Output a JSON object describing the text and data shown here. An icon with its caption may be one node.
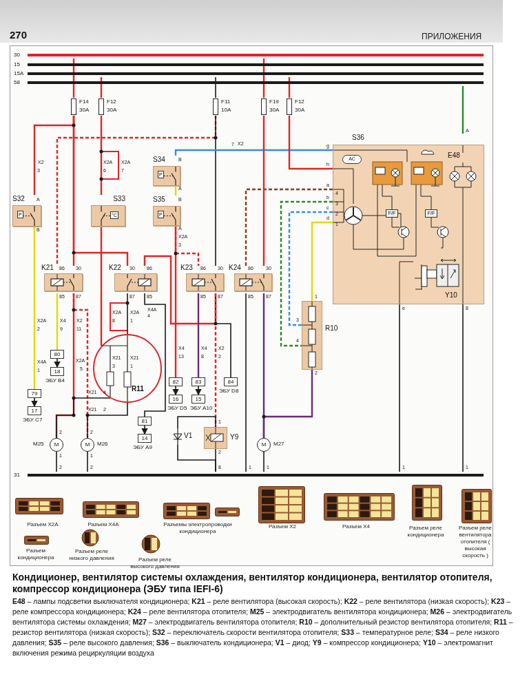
{
  "diagram": {
    "title": "Кондиционер, вентилятор системы охлаждения, вентилятор кондиционера, вентилятор отопителя, компрессор кондиционера (ЭБУ типа IEFI-6)",
    "caption": "**E48** – лампы подсветки выключателя кондиционера; **K21** – реле вентилятора (высокая скорость); **K22** – реле вентилятора (низкая скорость); **K23** – реле компрессора кондиционера; **K24** – реле вентилятора отопителя; **M25** – электродвигатель вентилятора кондиционера; **M26** – электродвигатель вентилятора системы охлаждения; **M27** – электродвигатель вентилятора отопителя; **R10** – дополнительный резистор вентилятора отопителя; **R11** – резистор вентилятора (низкая скорость); **S32** – переключатель скорости вентилятора отопителя; **S33** – температурное реле; **S34** – реле низкого давления; **S35** – реле высокого давления; **S36** – выключатель кондиционера; **V1** – диод; **Y9** – компрессор кондиционера; **Y10** – электромагнит включения режима рециркуляции воздуха",
    "nodes": [
      {
        "text": [
          "30"
        ]
      },
      {
        "text": [
          "15"
        ]
      },
      {
        "text": [
          "15A"
        ]
      },
      {
        "text": [
          "58"
        ]
      },
      {
        "text": [
          "F14",
          "30A"
        ]
      },
      {
        "text": [
          "F12",
          "30A"
        ]
      },
      {
        "text": [
          "F11",
          "10A"
        ]
      },
      {
        "text": [
          "F19",
          "30A"
        ]
      },
      {
        "text": [
          "F12",
          "30A"
        ]
      },
      {
        "text": [
          "S32"
        ]
      },
      {
        "text": [
          "S33"
        ]
      },
      {
        "text": [
          "S34"
        ]
      },
      {
        "text": [
          "S35"
        ]
      },
      {
        "text": [
          "S36"
        ]
      },
      {
        "text": [
          "AC"
        ],
        "in": 13
      },
      {
        "text": [
          "F/F"
        ],
        "in": 13
      },
      {
        "text": [
          "F/F"
        ],
        "in": 13
      },
      {
        "text": [
          "E48"
        ],
        "in": 13
      },
      {
        "text": [
          "Y10"
        ],
        "in": 13
      },
      {
        "text": [
          "K21"
        ]
      },
      {
        "text": [
          "K22"
        ]
      },
      {
        "text": [
          "K23"
        ]
      },
      {
        "text": [
          "K24"
        ]
      },
      {
        "text": [
          "80"
        ]
      },
      {
        "text": [
          "18"
        ],
        "beside": [
          "ЭБУ B4"
        ]
      },
      {
        "text": [
          "79"
        ]
      },
      {
        "text": [
          "17"
        ],
        "beside": [
          "ЭБУ C7"
        ]
      },
      {
        "text": [
          "R11"
        ]
      },
      {
        "text": [
          "82"
        ]
      },
      {
        "text": [
          "16"
        ],
        "beside": [
          "ЭБУ D5"
        ]
      },
      {
        "text": [
          "83"
        ]
      },
      {
        "text": [
          "15"
        ],
        "beside": [
          "ЭБУ A10"
        ]
      },
      {
        "text": [
          "84"
        ],
        "beside": [
          "ЭБУ D8"
        ]
      },
      {
        "text": [
          "81"
        ]
      },
      {
        "text": [
          "14"
        ],
        "beside": [
          "ЭБУ A9"
        ]
      },
      {
        "text": [
          "R10"
        ]
      },
      {
        "text": [
          "M"
        ],
        "beside": [
          "M25"
        ]
      },
      {
        "text": [
          "M"
        ],
        "beside": [
          "M26"
        ]
      },
      {
        "text": [
          "M"
        ],
        "beside": [
          "M27"
        ]
      },
      {
        "text": [
          "V1"
        ]
      },
      {
        "text": [
          "Y9"
        ]
      },
      {
        "text": [
          "31"
        ]
      }
    ],
    "edges": [
      {
        "from": 0,
        "to": 4,
        "arrow": "none",
        "color": "#e02525"
      },
      {
        "from": 2,
        "to": 5,
        "arrow": "none",
        "color": "#e02525"
      },
      {
        "from": 2,
        "to": 6,
        "arrow": "none"
      },
      {
        "from": 0,
        "to": 7,
        "arrow": "none",
        "color": "#e02525"
      },
      {
        "from": 2,
        "to": 8,
        "arrow": "none",
        "color": "#e02525"
      },
      {
        "from": 3,
        "to": 13,
        "arrow": "none",
        "color": "#2a8a2a"
      },
      {
        "from": 4,
        "to": 9,
        "arrow": "none",
        "color": "#e02525"
      },
      {
        "from": 4,
        "to": 19,
        "arrow": "none",
        "color": "#e02525"
      },
      {
        "from": 4,
        "to": 20,
        "arrow": "none",
        "color": "#e02525"
      },
      {
        "from": 5,
        "to": 10,
        "arrow": "none",
        "color": "#e02525"
      },
      {
        "from": 6,
        "to": 19,
        "arrow": "none",
        "style": "dashed",
        "color": "#e02525"
      },
      {
        "from": 6,
        "to": 21,
        "arrow": "none"
      },
      {
        "from": 9,
        "to": 25,
        "arrow": "none",
        "color": "#e6d800"
      },
      {
        "from": 10,
        "to": 27,
        "arrow": "none",
        "color": "#e02525"
      },
      {
        "from": 11,
        "to": 13,
        "arrow": "none",
        "color": "#2f8fe0"
      },
      {
        "from": 11,
        "to": 12,
        "arrow": "none",
        "color": "#e6d800"
      },
      {
        "from": 12,
        "to": 21,
        "arrow": "none",
        "style": "dashed",
        "color": "#e02525"
      },
      {
        "from": 12,
        "to": 28,
        "arrow": "none",
        "color": "#e02525"
      },
      {
        "from": 21,
        "to": 20,
        "arrow": "none",
        "color": "#e02525"
      },
      {
        "from": 21,
        "to": 32,
        "arrow": "none"
      },
      {
        "from": 21,
        "to": 40,
        "arrow": "none",
        "style": "dashed",
        "color": "#e02525"
      },
      {
        "from": 19,
        "to": 23,
        "arrow": "none",
        "color": "#e6d800"
      },
      {
        "from": 19,
        "to": 36,
        "arrow": "none",
        "color": "#e02525"
      },
      {
        "from": 19,
        "to": 37,
        "arrow": "none",
        "style": "dashed",
        "color": "#e02525"
      },
      {
        "from": 20,
        "to": 27,
        "arrow": "none"
      },
      {
        "from": 20,
        "to": 33,
        "arrow": "none"
      },
      {
        "from": 27,
        "to": 36,
        "arrow": "none"
      },
      {
        "from": 27,
        "to": 37,
        "arrow": "none"
      },
      {
        "from": 21,
        "to": 30,
        "arrow": "none",
        "color": "#6a2a7a"
      },
      {
        "from": 23,
        "to": 24,
        "arrow": "to"
      },
      {
        "from": 25,
        "to": 26,
        "arrow": "to"
      },
      {
        "from": 28,
        "to": 29,
        "arrow": "to"
      },
      {
        "from": 30,
        "to": 31,
        "arrow": "to"
      },
      {
        "from": 33,
        "to": 34,
        "arrow": "to"
      },
      {
        "from": 13,
        "to": 22,
        "arrow": "none",
        "style": "dashed",
        "color": "#8b3a1a"
      },
      {
        "from": 7,
        "to": 22,
        "arrow": "none",
        "color": "#e02525"
      },
      {
        "from": 22,
        "to": 41,
        "arrow": "none"
      },
      {
        "from": 22,
        "to": 38,
        "arrow": "none",
        "color": "#6a2a7a"
      },
      {
        "from": 35,
        "to": 38,
        "arrow": "none",
        "color": "#6a2a7a"
      },
      {
        "from": 8,
        "to": 13,
        "arrow": "none",
        "color": "#e02525"
      },
      {
        "from": 13,
        "to": 35,
        "arrow": "none",
        "style": "dashed",
        "color": "#2a8a2a"
      },
      {
        "from": 13,
        "to": 35,
        "arrow": "none",
        "style": "dashed",
        "color": "#2f8fe0"
      },
      {
        "from": 13,
        "to": 35,
        "arrow": "none",
        "color": "#e6d800"
      },
      {
        "from": 13,
        "to": 41,
        "arrow": "none"
      },
      {
        "from": 13,
        "to": 41,
        "arrow": "none"
      },
      {
        "from": 36,
        "to": 41,
        "arrow": "none"
      },
      {
        "from": 37,
        "to": 41,
        "arrow": "none"
      },
      {
        "from": 38,
        "to": 41,
        "arrow": "none"
      },
      {
        "from": 40,
        "to": 41,
        "arrow": "none"
      },
      {
        "from": 39,
        "to": 40,
        "arrow": "none"
      },
      {
        "from": 39,
        "to": 41,
        "arrow": "none"
      }
    ],
    "labels": [
      "270",
      "ПРИЛОЖЕНИЯ",
      "X2",
      "3",
      "X2A",
      "6",
      "X2A",
      "7",
      "A",
      "B",
      "B",
      "A",
      "B",
      "A",
      "7",
      "X2",
      "g",
      "h",
      "a",
      "4",
      "b",
      "3",
      "c",
      "2",
      "d",
      "1",
      "A",
      "e",
      "8",
      "X2A",
      "3",
      "86",
      "30",
      "85",
      "87",
      "30",
      "86",
      "87",
      "85",
      "86",
      "30",
      "85",
      "87",
      "86",
      "30",
      "85",
      "87",
      "X2A",
      "2",
      "X4",
      "9",
      "X2",
      "11",
      "X4A",
      "1",
      "X2A",
      "8",
      "X2A",
      "1",
      "X2A",
      "5",
      "X21",
      "3",
      "X21",
      "1",
      "X4A",
      "4",
      "X21",
      "4",
      "X21",
      "2",
      "X4",
      "13",
      "X4",
      "8",
      "X2",
      "2",
      "1",
      "3",
      "4",
      "2",
      "2",
      "1",
      "2",
      "2",
      "1",
      "2",
      "1",
      "2",
      "8",
      "1",
      "1",
      "1",
      "1",
      "Разъем X2A",
      "Разъем X4A",
      "Разъемы электропроводки кондиционера",
      "Разъем X2",
      "Разъем X4",
      "Разъем реле кондиционера",
      "Разъем реле вентилятора отопителя ( высокая скорость )",
      "Разъем кондиционера",
      "Разъем реле низкого давления",
      "Разъем реле высокого давления",
      "P",
      "°C",
      "P",
      "P"
    ]
  }
}
